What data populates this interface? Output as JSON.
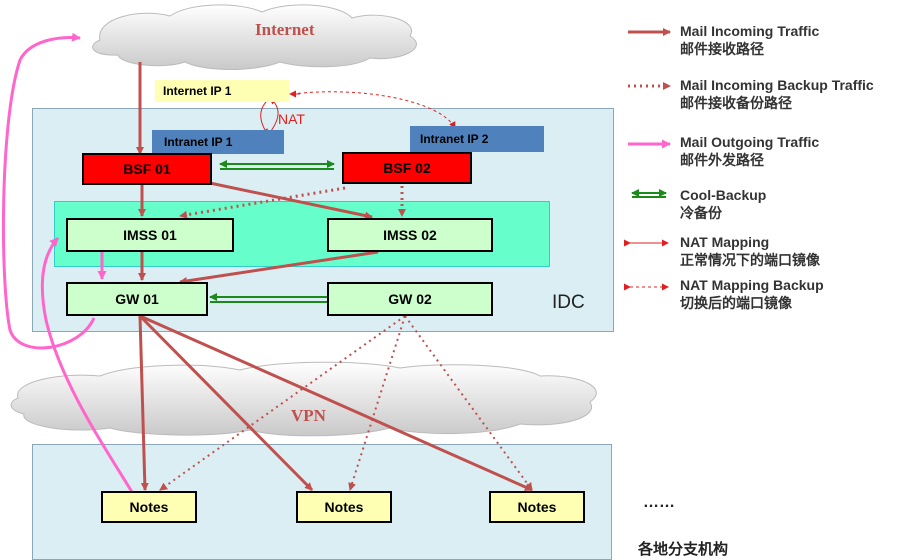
{
  "clouds": {
    "internet": "Internet",
    "vpn": "VPN"
  },
  "regions": {
    "idc": "IDC",
    "branches": "各地分支机构"
  },
  "nodes": {
    "internet_ip1": "Internet IP 1",
    "intranet_ip1": "Intranet IP 1",
    "intranet_ip2": "Intranet IP 2",
    "nat": "NAT",
    "bsf01": "BSF 01",
    "bsf02": "BSF 02",
    "imss01": "IMSS 01",
    "imss02": "IMSS 02",
    "gw01": "GW 01",
    "gw02": "GW 02",
    "notes": [
      "Notes",
      "Notes",
      "Notes"
    ],
    "ellipsis": "……"
  },
  "legend": [
    {
      "en": "Mail Incoming Traffic",
      "zh": "邮件接收路径",
      "color": "#c0504d",
      "style": "solid-thick"
    },
    {
      "en": "Mail Incoming Backup Traffic",
      "zh": "邮件接收备份路径",
      "color": "#c0504d",
      "style": "dotted"
    },
    {
      "en": "Mail Outgoing Traffic",
      "zh": "邮件外发路径",
      "color": "#ff66cc",
      "style": "solid-thick"
    },
    {
      "en": "Cool-Backup",
      "zh": "冷备份",
      "color": "#1a8a1a",
      "style": "double"
    },
    {
      "en": "NAT Mapping",
      "zh": "正常情况下的端口镜像",
      "color": "#e02020",
      "style": "thin"
    },
    {
      "en": "NAT Mapping Backup",
      "zh": "切换后的端口镜像",
      "color": "#e02020",
      "style": "thin-dashed"
    }
  ]
}
